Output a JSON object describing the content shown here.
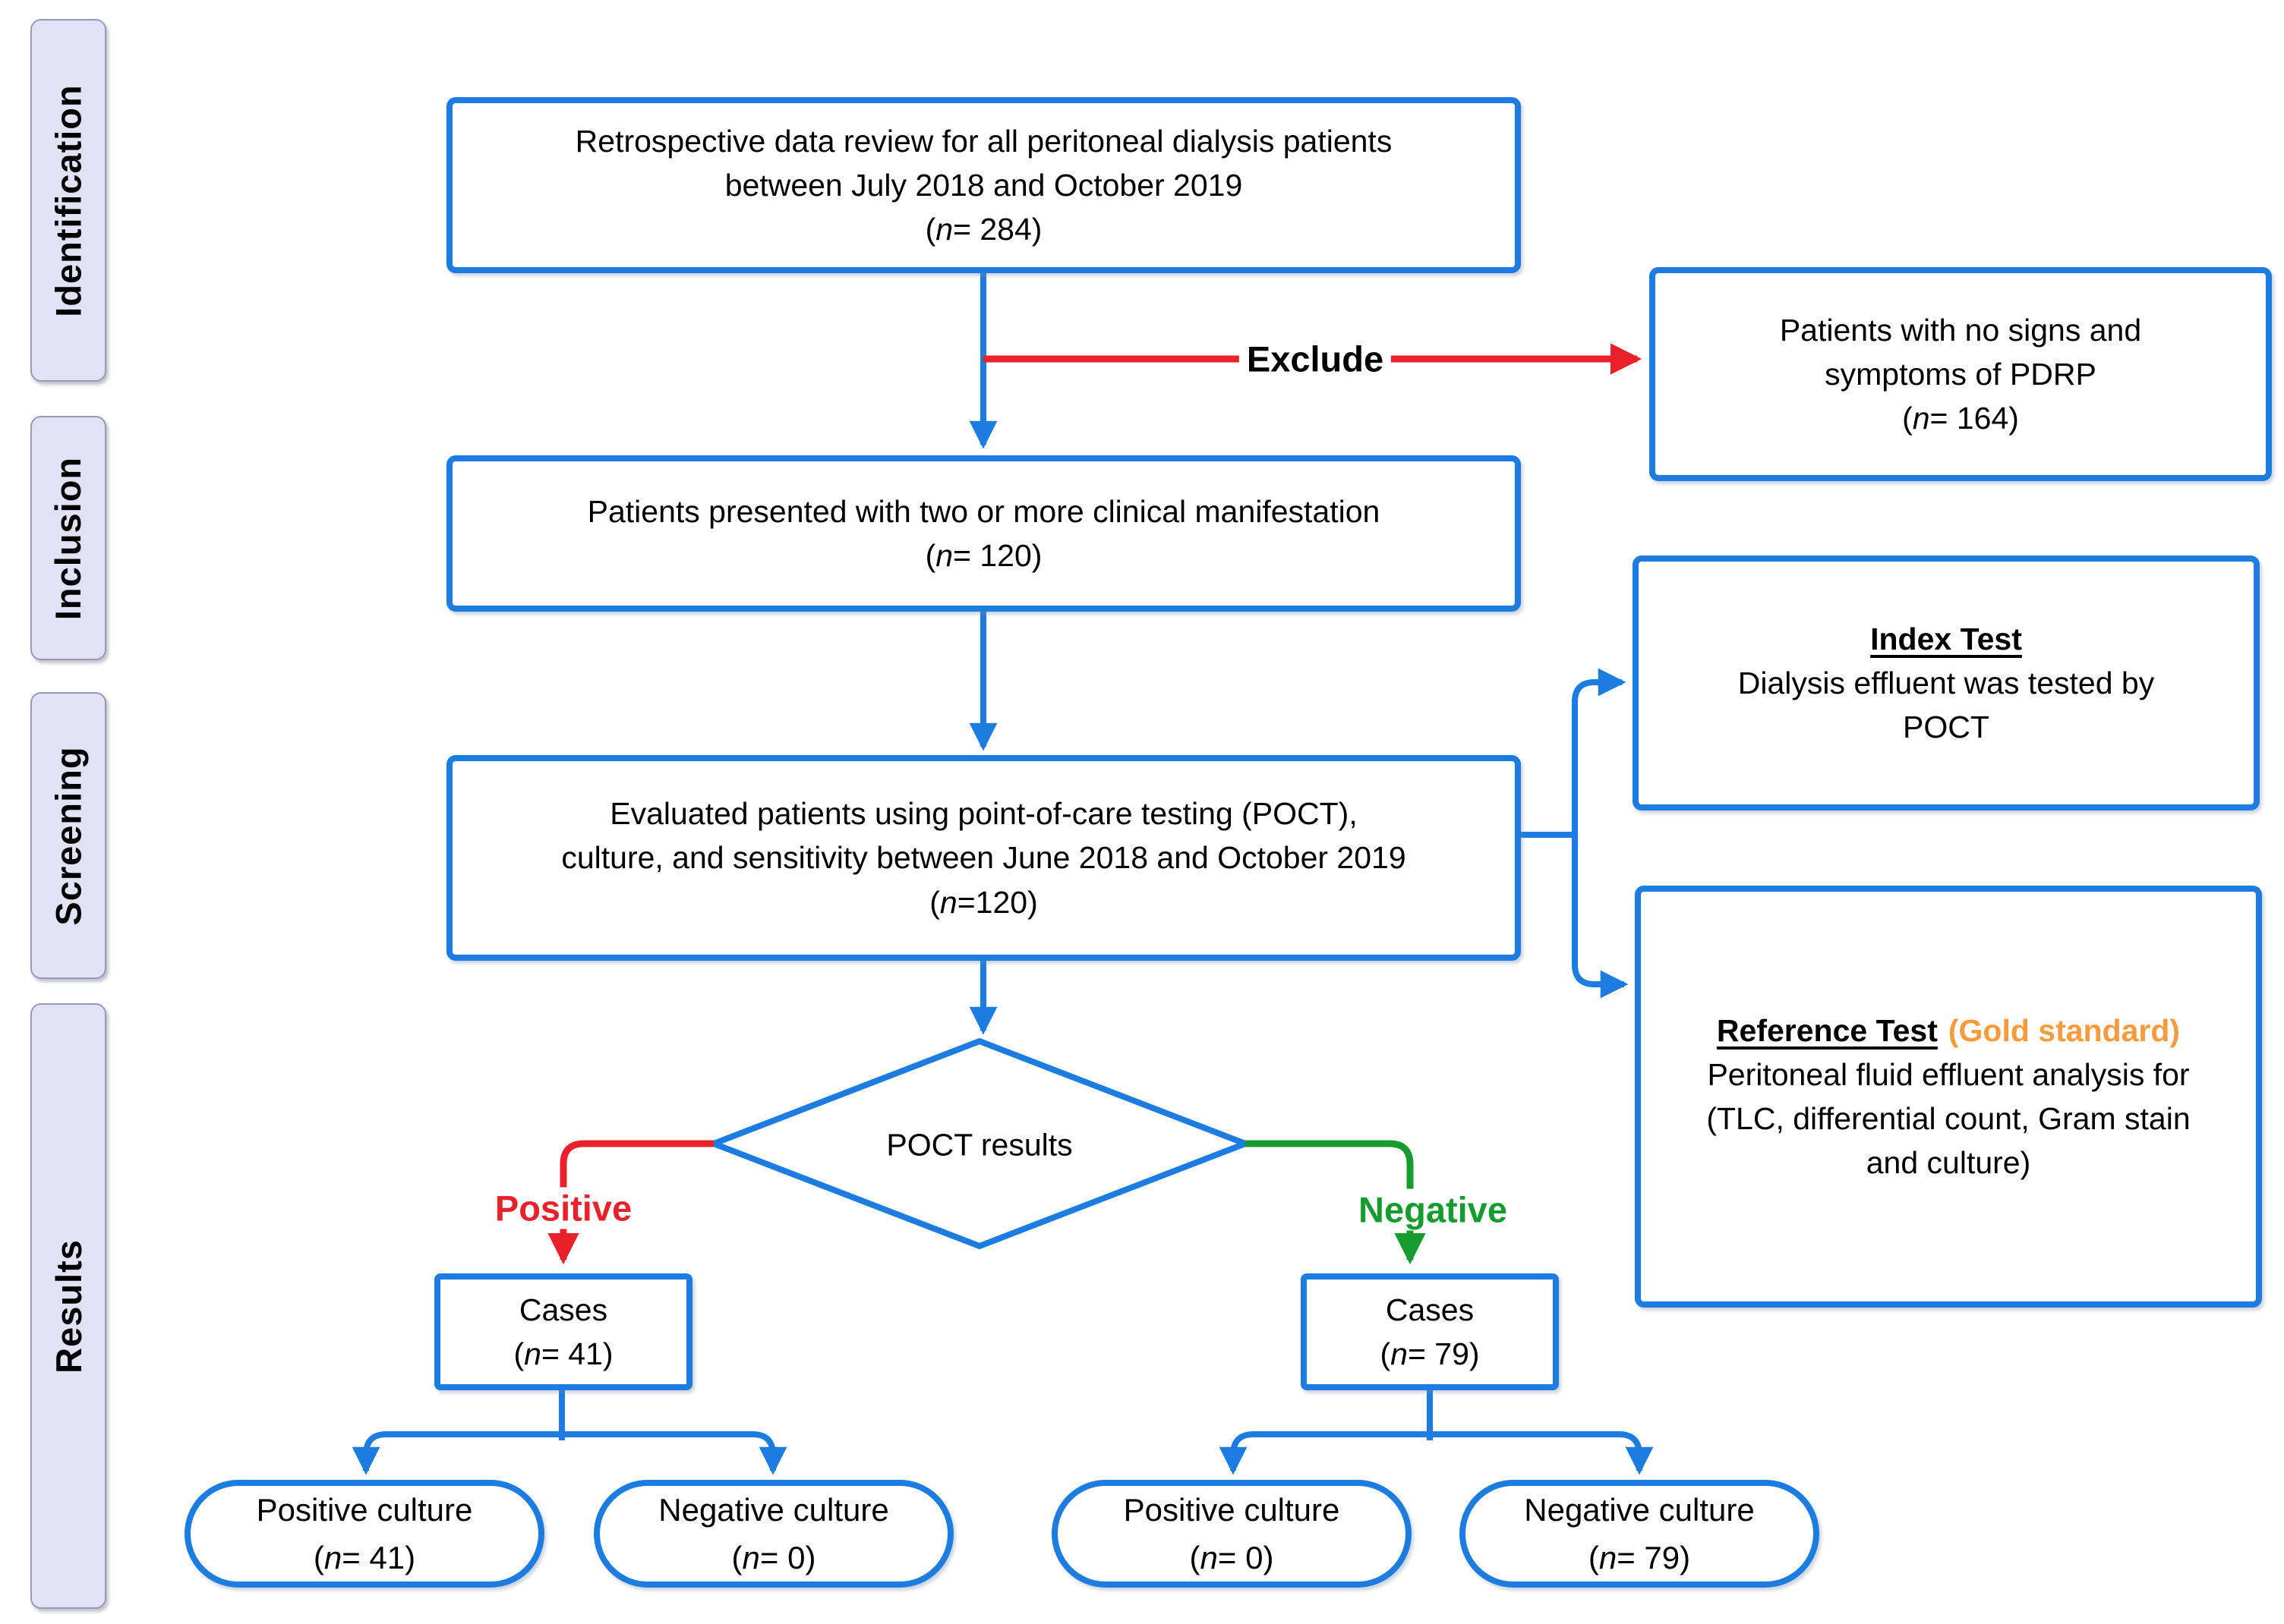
{
  "figure": {
    "kind": "study-flow-diagram"
  },
  "colors": {
    "box_border_blue": "#1c7ce0",
    "exclude_red": "#e8212a",
    "negative_green": "#169b2e",
    "gold_orange": "#f89b3f",
    "sidebar_fill": "#e2e2f7",
    "sidebar_border": "#9898b8",
    "text": "#000000"
  },
  "sidebar": {
    "items": [
      {
        "label": "Identification"
      },
      {
        "label": "Inclusion"
      },
      {
        "label": "Screening"
      },
      {
        "label": "Results"
      }
    ]
  },
  "boxes": {
    "retrospective": {
      "line1": "Retrospective data review for all peritoneal dialysis patients",
      "line2": "between July 2018 and October 2019",
      "n_open": "(",
      "n_italic": "n",
      "n_rest": "= 284)"
    },
    "pdrp": {
      "line1": "Patients with no signs and",
      "line2": "symptoms of PDRP",
      "n_open": "(",
      "n_italic": "n",
      "n_rest": "= 164)"
    },
    "presented": {
      "line1": "Patients presented with two or more clinical manifestation",
      "n_open": "(",
      "n_italic": "n",
      "n_rest": "= 120)"
    },
    "evaluated": {
      "line1": "Evaluated patients using point-of-care testing (POCT),",
      "line2": "culture, and sensitivity between June 2018 and October 2019",
      "n_open": "(",
      "n_italic": "n",
      "n_rest": "=120)"
    },
    "index_test": {
      "title": "Index Test",
      "line1": "Dialysis effluent was tested by",
      "line2": "POCT"
    },
    "reference_test": {
      "title": "Reference Test",
      "title_suffix": "(Gold standard)",
      "line1": "Peritoneal fluid effluent analysis for",
      "line2": "(TLC, differential count, Gram stain",
      "line3": "and culture)"
    },
    "cases_positive": {
      "line1": "Cases",
      "n_open": "(",
      "n_italic": "n",
      "n_rest": "= 41)"
    },
    "cases_negative": {
      "line1": "Cases",
      "n_open": "(",
      "n_italic": "n",
      "n_rest": "= 79)"
    },
    "pos_culture_left": {
      "line1": "Positive culture",
      "n_open": "(",
      "n_italic": "n",
      "n_rest": "= 41)"
    },
    "neg_culture_left": {
      "line1": "Negative culture",
      "n_open": "(",
      "n_italic": "n",
      "n_rest": "= 0)"
    },
    "pos_culture_right": {
      "line1": "Positive culture",
      "n_open": "(",
      "n_italic": "n",
      "n_rest": "= 0)"
    },
    "neg_culture_right": {
      "line1": "Negative culture",
      "n_open": "(",
      "n_italic": "n",
      "n_rest": "= 79)"
    }
  },
  "diamond": {
    "label": "POCT results"
  },
  "edge_labels": {
    "exclude": "Exclude",
    "positive": "Positive",
    "negative": "Negative"
  }
}
